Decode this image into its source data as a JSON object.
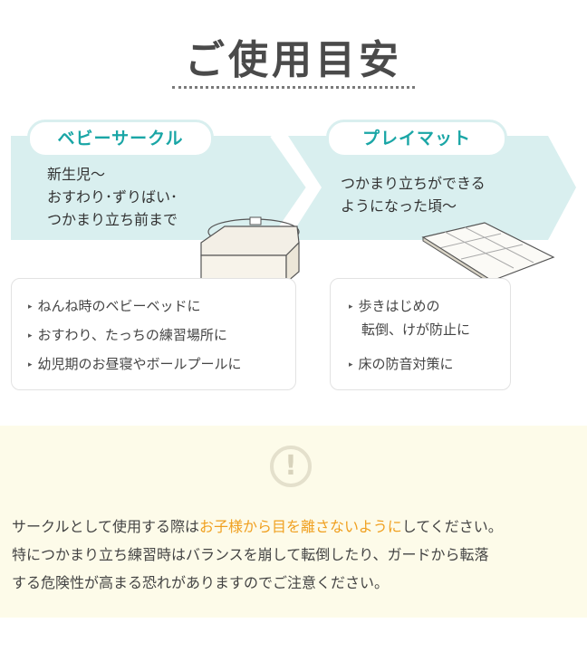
{
  "title": "ご使用目安",
  "left": {
    "pill": "ベビーサークル",
    "desc": [
      "新生児～",
      "おすわり･ずりばい･",
      "つかまり立ち前まで"
    ],
    "items": [
      "ねんね時のベビーベッドに",
      "おすわり、たっちの練習場所に",
      "幼児期のお昼寝やボールプールに"
    ]
  },
  "right": {
    "pill": "プレイマット",
    "desc": [
      "つかまり立ちができる",
      "ようになった頃～"
    ],
    "items": [
      "歩きはじめの",
      "転倒、けが防止に",
      "床の防音対策に"
    ]
  },
  "notice": {
    "icon": "exclamation-circle-icon",
    "line1_pre": "サークルとして使用する際は",
    "line1_highlight": "お子様から目を離さないように",
    "line1_post": "してください。",
    "line2": "特につかまり立ち練習時はバランスを崩して転倒したり、ガードから転落",
    "line3": "する危険性が高まる恐れがありますのでご注意ください。"
  },
  "colors": {
    "banner": "#d9efef",
    "accent": "#1aa6a6",
    "highlight": "#f0a020",
    "notice_bg": "#fdfbe9"
  }
}
